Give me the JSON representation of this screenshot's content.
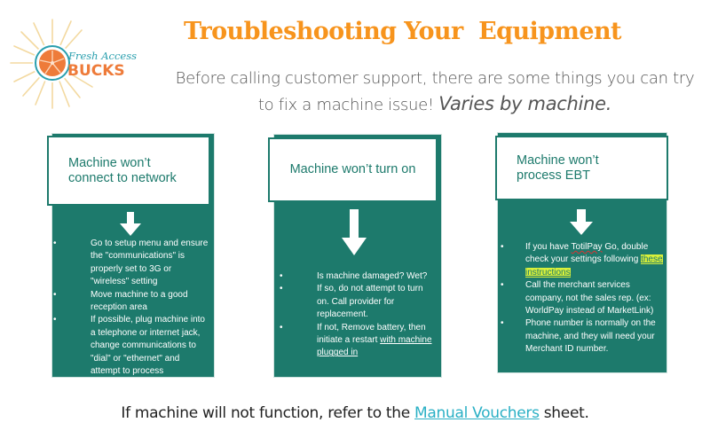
{
  "logo": {
    "line1": "Fresh Access",
    "line2": "BUCKS",
    "icon": "orange-slice-sunburst-logo"
  },
  "header": {
    "title": "Troubleshooting Your  Equipment",
    "subtitle_line1": "Before calling customer support, there are some things you can try",
    "subtitle_line2": "to fix a machine issue!",
    "subtitle_emphasis": "Varies by machine."
  },
  "cards": [
    {
      "title": "Machine won’t connect to network",
      "title_line1": "Machine won’t",
      "title_line2": "connect to network",
      "icon": "down-arrow-icon",
      "items": [
        "Go to setup menu and ensure the \"communications\" is properly set to 3G or \"wireless\" setting",
        "Move machine to a good reception area",
        "If possible, plug machine into a telephone or internet jack, change communications to \"dial\" or \"ethernet\" and attempt to process"
      ]
    },
    {
      "title": "Machine won’t turn on",
      "icon": "down-arrow-icon",
      "items": [
        "Is machine damaged? Wet?",
        "If so, do not attempt to turn on. Call provider for replacement.",
        "If not, Remove battery, then initiate a restart"
      ],
      "item3_link": "with machine plugged in"
    },
    {
      "title": "Machine won’t process EBT",
      "title_line1": "Machine won’t",
      "title_line2": "process EBT",
      "icon": "down-arrow-icon",
      "item1_prefix": "If you have",
      "item1_brand": "TotilPay",
      "item1_mid": "Go, double check your settings following",
      "item1_link": "these instructions",
      "items": [
        "Call the merchant services company, not the sales rep. (ex: WorldPay instead of MarketLink)",
        "Phone number is normally on the machine, and they will need your Merchant ID number."
      ]
    }
  ],
  "footer": {
    "prefix": "If machine will not function, refer to the",
    "link": "Manual Vouchers",
    "suffix": "sheet."
  },
  "colors": {
    "title_orange": "#f7941d",
    "teal": "#1d7a6c",
    "link_cyan": "#2ab0c5",
    "highlight": "#d9f03a"
  },
  "bullet": "•"
}
